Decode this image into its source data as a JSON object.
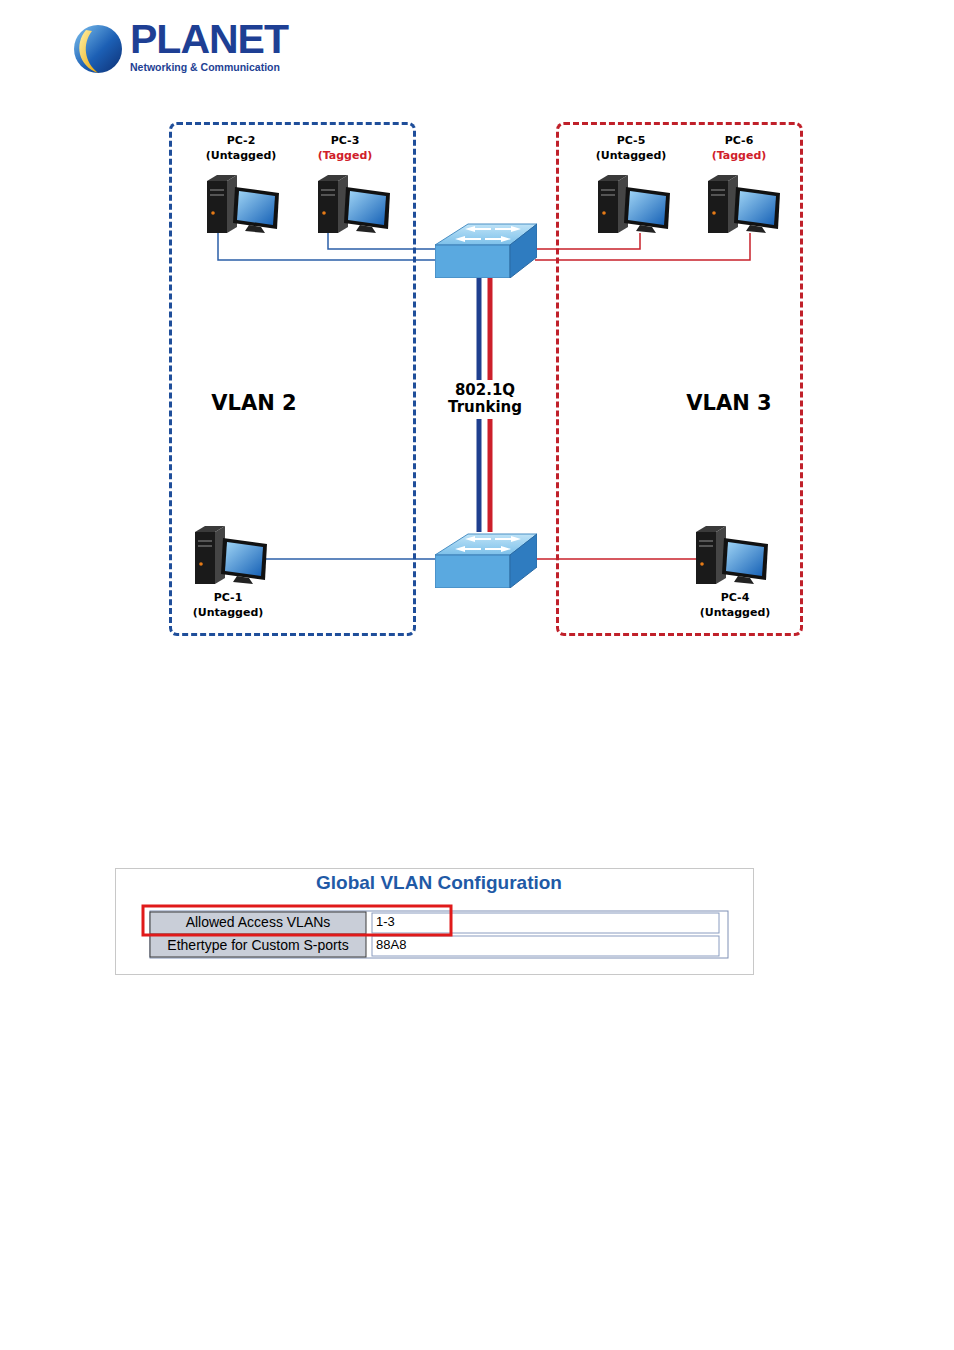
{
  "diagram": {
    "nodes": [
      {
        "text": [
          "VLAN 2"
        ]
      },
      {
        "text": [
          "PC-2",
          "(Untagged)"
        ],
        "in": 0
      },
      {
        "text": [
          "PC-3",
          "(Tagged)"
        ],
        "in": 0
      },
      {
        "text": [
          "PC-1",
          "(Untagged)"
        ],
        "in": 0
      },
      {
        "text": [
          "VLAN 3"
        ]
      },
      {
        "text": [
          "PC-5",
          "(Untagged)"
        ],
        "in": 4
      },
      {
        "text": [
          "PC-6",
          "(Tagged)"
        ],
        "in": 4
      },
      {
        "text": [
          "PC-4",
          "(Untagged)"
        ],
        "in": 4
      },
      {
        "text": [
          "Global VLAN Configuration"
        ]
      }
    ],
    "labels": [
      "PLANET",
      "Networking & Communication",
      "802.1Q Trunking",
      "Allowed Access VLANs",
      "1-3",
      "Ethertype for Custom S-ports",
      "88A8"
    ]
  }
}
